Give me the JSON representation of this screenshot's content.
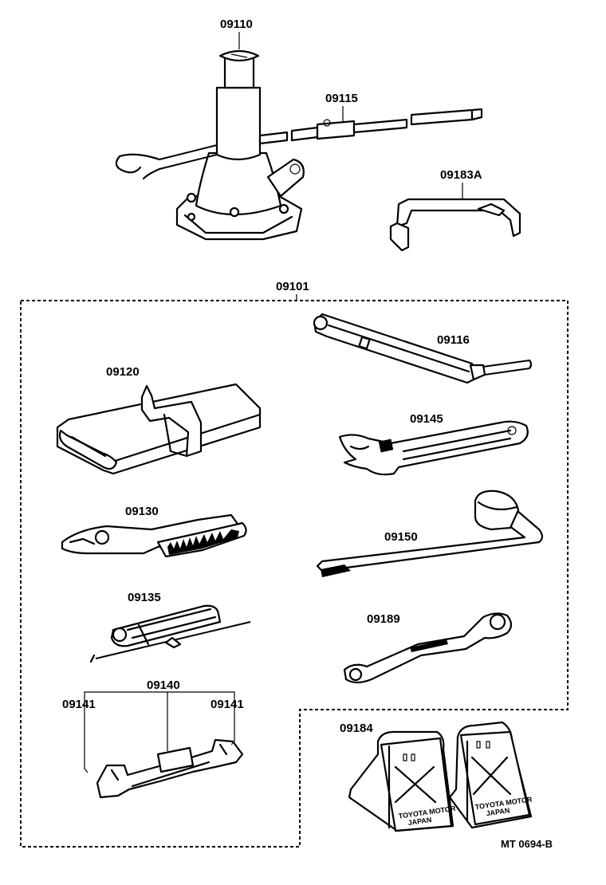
{
  "parts": {
    "p09110": "09110",
    "p09115": "09115",
    "p09183A": "09183A",
    "p09101": "09101",
    "p09116": "09116",
    "p09120": "09120",
    "p09145": "09145",
    "p09130": "09130",
    "p09150": "09150",
    "p09135": "09135",
    "p09189": "09189",
    "p09140": "09140",
    "p09141_left": "09141",
    "p09141_right": "09141",
    "p09184": "09184"
  },
  "chock_stamp": {
    "line1": "TOYOTA MOTOR",
    "line2": "JAPAN"
  },
  "figure_ref": "MT 0694-B",
  "icons": [
    "jack-icon",
    "jack-handle-icon",
    "bracket-icon",
    "wrench-bar-icon",
    "tool-bag-icon",
    "adjustable-wrench-icon",
    "pliers-icon",
    "lug-wrench-icon",
    "screwdriver-icon",
    "box-wrench-icon",
    "open-end-wrench-icon",
    "wheel-chock-icon"
  ]
}
